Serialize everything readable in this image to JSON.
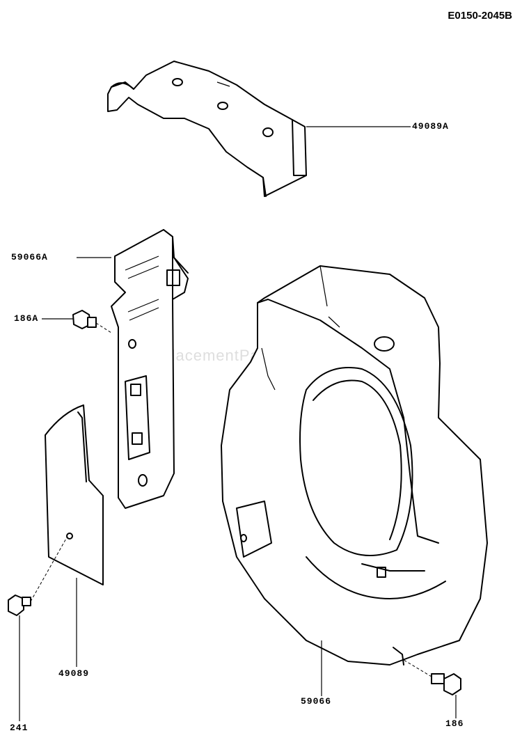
{
  "diagram": {
    "id": "E0150-2045B",
    "watermark": "eReplacementParts.com"
  },
  "callouts": [
    {
      "key": "top-cover",
      "number": "49089A"
    },
    {
      "key": "side-plate",
      "number": "59066A"
    },
    {
      "key": "bolt-side",
      "number": "186A"
    },
    {
      "key": "shroud",
      "number": "59066"
    },
    {
      "key": "curved-plate",
      "number": "49089"
    },
    {
      "key": "small-bolt",
      "number": "241"
    },
    {
      "key": "bolt-bottom",
      "number": "186"
    }
  ]
}
